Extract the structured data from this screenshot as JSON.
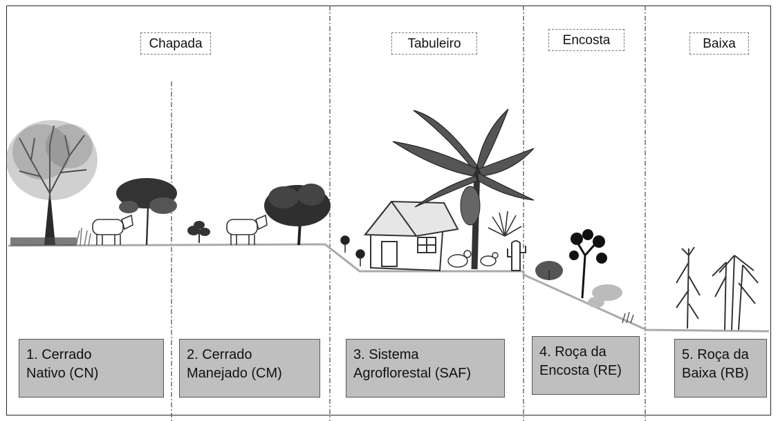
{
  "zones": [
    {
      "id": "chapada",
      "label": "Chapada"
    },
    {
      "id": "tabuleiro",
      "label": "Tabuleiro"
    },
    {
      "id": "encosta",
      "label": "Encosta"
    },
    {
      "id": "baixa",
      "label": "Baixa"
    }
  ],
  "systems": [
    {
      "id": "cn",
      "line1": "1. Cerrado",
      "line2": "Nativo (CN)"
    },
    {
      "id": "cm",
      "line1": "2. Cerrado",
      "line2": "Manejado (CM)"
    },
    {
      "id": "saf",
      "line1": "3. Sistema",
      "line2": "Agroflorestal (SAF)"
    },
    {
      "id": "re",
      "line1": "4. Roça da",
      "line2": "Encosta (RE)"
    },
    {
      "id": "rb",
      "line1": "5. Roça da",
      "line2": "Baixa (RB)"
    }
  ],
  "illustrations": [
    "tree-icon",
    "cow-icon",
    "shrub-icon",
    "house-icon",
    "banana-tree-icon",
    "chicken-icon",
    "cactus-icon",
    "corn-icon",
    "sugarcane-icon"
  ]
}
